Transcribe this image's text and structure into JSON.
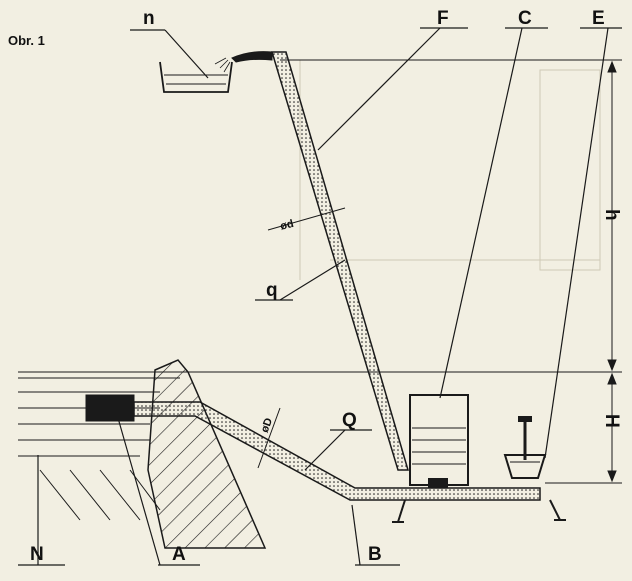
{
  "figure_label": "Obr. 1",
  "labels": {
    "n": "n",
    "F": "F",
    "C": "C",
    "E": "E",
    "d": "ød",
    "q": "q",
    "Q": "Q",
    "D": "øD",
    "h": "h",
    "H": "H",
    "N": "N",
    "A": "A",
    "B": "B"
  },
  "colors": {
    "paper": "#f2efe2",
    "ink": "#1a1a1a"
  }
}
